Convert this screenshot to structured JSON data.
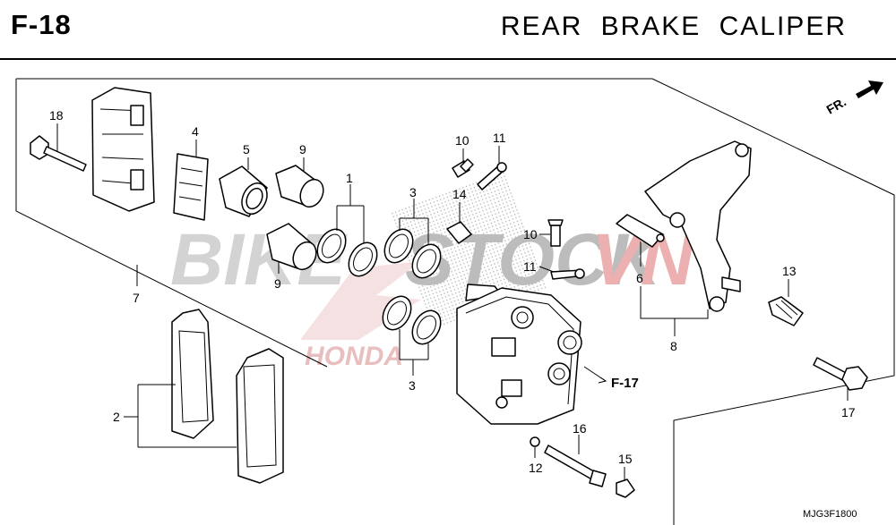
{
  "header": {
    "section_code": "F-18",
    "title": "REAR  BRAKE  CALIPER"
  },
  "watermark": {
    "text_gray": "BIKE",
    "text_dark": "STOCK",
    "text_red": "VN",
    "brand": "HONDA"
  },
  "orientation": {
    "front_label": "FR."
  },
  "references": {
    "caliper_ref": "F-17"
  },
  "figure_code": "MJG3F1800",
  "callouts": [
    "1",
    "2",
    "3",
    "3",
    "4",
    "5",
    "6",
    "7",
    "8",
    "9",
    "9",
    "10",
    "10",
    "11",
    "11",
    "12",
    "13",
    "14",
    "15",
    "16",
    "17",
    "18"
  ],
  "colors": {
    "line": "#000000",
    "watermark_gray": "#c8c8c8",
    "watermark_red": "#e8a0a0",
    "watermark_dark": "#b0b0b0"
  }
}
